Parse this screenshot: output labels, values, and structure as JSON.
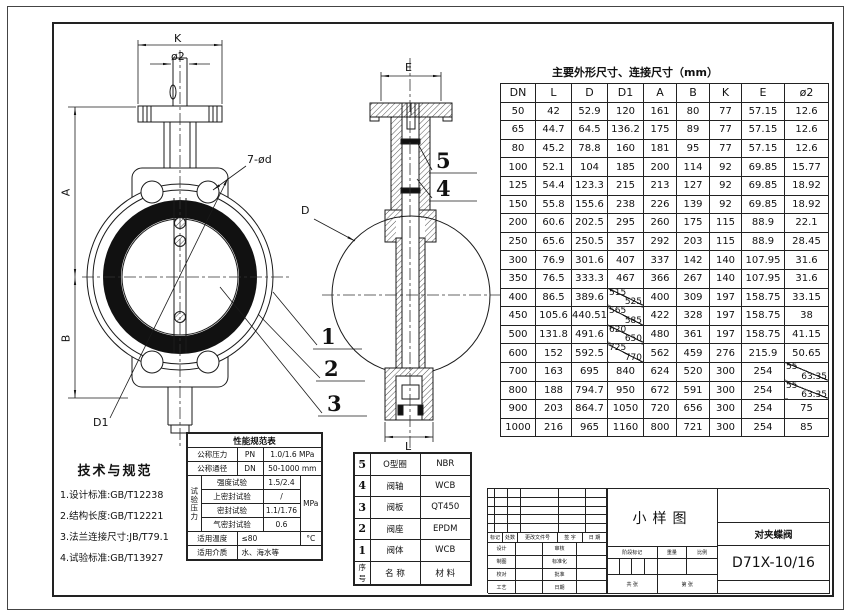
{
  "drawing_labels": {
    "front": {
      "k": "K",
      "phi2": "ø2",
      "holes": "7-ød",
      "a": "A",
      "b": "B",
      "d1": "D1"
    },
    "side": {
      "e": "E",
      "l": "L",
      "d": "D"
    },
    "balloons": {
      "b1": "1",
      "b2": "2",
      "b3": "3",
      "b4": "4",
      "b5": "5"
    }
  },
  "dim_table": {
    "title": "主要外形尺寸、连接尺寸（mm）",
    "columns": [
      "DN",
      "L",
      "D",
      "D1",
      "A",
      "B",
      "K",
      "E",
      "ø2"
    ],
    "rows": [
      [
        "50",
        "42",
        "52.9",
        "120",
        "161",
        "80",
        "77",
        "57.15",
        "12.6"
      ],
      [
        "65",
        "44.7",
        "64.5",
        "136.2",
        "175",
        "89",
        "77",
        "57.15",
        "12.6"
      ],
      [
        "80",
        "45.2",
        "78.8",
        "160",
        "181",
        "95",
        "77",
        "57.15",
        "12.6"
      ],
      [
        "100",
        "52.1",
        "104",
        "185",
        "200",
        "114",
        "92",
        "69.85",
        "15.77"
      ],
      [
        "125",
        "54.4",
        "123.3",
        "215",
        "213",
        "127",
        "92",
        "69.85",
        "18.92"
      ],
      [
        "150",
        "55.8",
        "155.6",
        "238",
        "226",
        "139",
        "92",
        "69.85",
        "18.92"
      ],
      [
        "200",
        "60.6",
        "202.5",
        "295",
        "260",
        "175",
        "115",
        "88.9",
        "22.1"
      ],
      [
        "250",
        "65.6",
        "250.5",
        "357",
        "292",
        "203",
        "115",
        "88.9",
        "28.45"
      ],
      [
        "300",
        "76.9",
        "301.6",
        "407",
        "337",
        "142",
        "140",
        "107.95",
        "31.6"
      ],
      [
        "350",
        "76.5",
        "333.3",
        "467",
        "366",
        "267",
        "140",
        "107.95",
        "31.6"
      ],
      [
        "400",
        "86.5",
        "389.6",
        "515|525",
        "400",
        "309",
        "197",
        "158.75",
        "33.15"
      ],
      [
        "450",
        "105.6",
        "440.51",
        "565|585",
        "422",
        "328",
        "197",
        "158.75",
        "38"
      ],
      [
        "500",
        "131.8",
        "491.6",
        "620|650",
        "480",
        "361",
        "197",
        "158.75",
        "41.15"
      ],
      [
        "600",
        "152",
        "592.5",
        "725|770",
        "562",
        "459",
        "276",
        "215.9",
        "50.65"
      ],
      [
        "700",
        "163",
        "695",
        "840",
        "624",
        "520",
        "300",
        "254",
        "55|63.35"
      ],
      [
        "800",
        "188",
        "794.7",
        "950",
        "672",
        "591",
        "300",
        "254",
        "55|63.35"
      ],
      [
        "900",
        "203",
        "864.7",
        "1050",
        "720",
        "656",
        "300",
        "254",
        "75"
      ],
      [
        "1000",
        "216",
        "965",
        "1160",
        "800",
        "721",
        "300",
        "254",
        "85"
      ]
    ]
  },
  "perf_table": {
    "title": "性能规范表",
    "nominal_pressure_label": "公称压力",
    "nominal_pressure_code": "PN",
    "nominal_pressure_value": "1.0/1.6 MPa",
    "nominal_diameter_label": "公称通径",
    "nominal_diameter_code": "DN",
    "nominal_diameter_value": "50-1000 mm",
    "test_pressure_label": "试验压力",
    "test_rows": [
      {
        "label": "强度试验",
        "value": "1.5/2.4"
      },
      {
        "label": "上密封试验",
        "value": "/"
      },
      {
        "label": "密封试验",
        "value": "1.1/1.76"
      },
      {
        "label": "气密封试验",
        "value": "0.6"
      }
    ],
    "test_unit": "MPa",
    "temp_label": "适用温度",
    "temp_value": "≤80",
    "temp_unit": "°C",
    "medium_label": "适用介质",
    "medium_value": "水、海水等"
  },
  "parts_table": {
    "header": {
      "no": "序号",
      "name": "名  称",
      "material": "材  料"
    },
    "rows": [
      {
        "no": "5",
        "name": "O型圈",
        "material": "NBR"
      },
      {
        "no": "4",
        "name": "阀轴",
        "material": "WCB"
      },
      {
        "no": "3",
        "name": "阀板",
        "material": "QT450"
      },
      {
        "no": "2",
        "name": "阀座",
        "material": "EPDM"
      },
      {
        "no": "1",
        "name": "阀体",
        "material": "WCB"
      }
    ]
  },
  "tech_notes": {
    "title": "技术与规范",
    "items": [
      "1.设计标准:GB/T12238",
      "2.结构长度:GB/T12221",
      "3.法兰连接尺寸:JB/T79.1",
      "4.试验标准:GB/T13927"
    ]
  },
  "title_block": {
    "drawing_type": "小样图",
    "product_name": "对夹蝶阀",
    "model": "D71X-10/16",
    "revision_header": [
      "标记",
      "处数",
      "更改文件号",
      "签 字",
      "日 期"
    ],
    "sign_rows": [
      [
        "设计",
        "审核"
      ],
      [
        "制图",
        "标准化"
      ],
      [
        "校对",
        "批准"
      ],
      [
        "工艺",
        "日期"
      ]
    ],
    "stage_header": [
      "阶段标记",
      "重量",
      "比例"
    ],
    "sheet": [
      "共 张",
      "第 张"
    ]
  },
  "colors": {
    "line": "#1a1a1a",
    "seat_fill": "#111111",
    "paper": "#ffffff"
  }
}
